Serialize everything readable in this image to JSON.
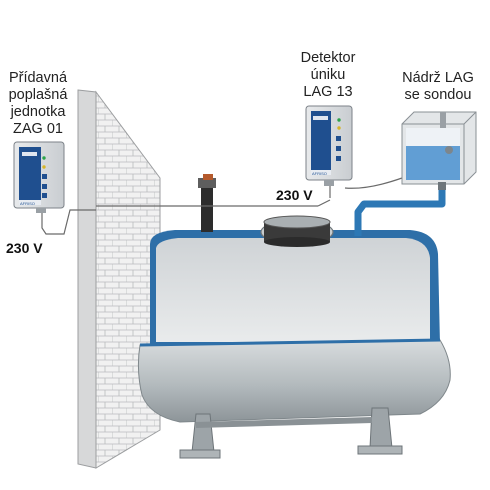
{
  "labels": {
    "zag": [
      "Přídavná",
      "poplašná",
      "jednotka",
      "ZAG 01"
    ],
    "detector": [
      "Detektor",
      "úniku",
      "LAG 13"
    ],
    "tank": [
      "Nádrž LAG",
      "se sondou"
    ]
  },
  "voltage": {
    "left": "230 V",
    "right": "230 V"
  },
  "device_brand": "AFRISO",
  "colors": {
    "device_blue": "#1f4f8f",
    "pipe_blue": "#2d78b5",
    "tank_gray": "#b9bfc2",
    "liquid_blue": "#4a90d0"
  }
}
